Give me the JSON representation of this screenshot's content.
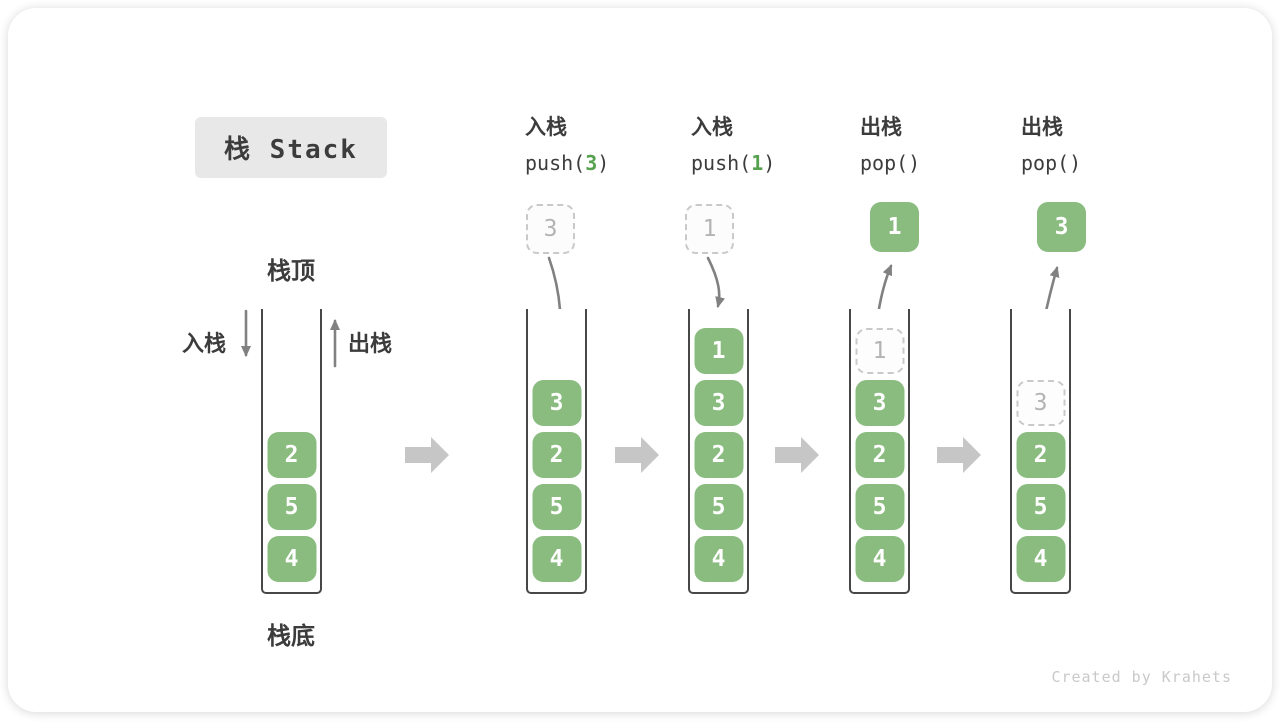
{
  "title": "栈 Stack",
  "labels": {
    "stack_top": "栈顶",
    "stack_bottom": "栈底",
    "push_side": "入栈",
    "pop_side": "出栈"
  },
  "footer": "Created by Krahets",
  "colors": {
    "green": "#8abc80",
    "green_accent": "#55a14e",
    "arrow": "#818181",
    "block_arrow": "#c6c6c6",
    "ghost_border": "#c9c9c9",
    "ghost_text": "#b3b3b3",
    "text": "#3c3c3c",
    "title_bg": "#e8e8e8",
    "wall": "#474747",
    "footer": "#c9c9c9",
    "box_text": "#ffffff"
  },
  "stages": [
    {
      "id": "initial",
      "boxes": [
        "2",
        "5",
        "4"
      ]
    },
    {
      "id": "push-3",
      "op": "入栈",
      "code_pre": "push(",
      "code_arg": "3",
      "code_post": ")",
      "incoming": "3",
      "boxes": [
        "3",
        "2",
        "5",
        "4"
      ]
    },
    {
      "id": "push-1",
      "op": "入栈",
      "code_pre": "push(",
      "code_arg": "1",
      "code_post": ")",
      "incoming": "1",
      "boxes": [
        "1",
        "3",
        "2",
        "5",
        "4"
      ]
    },
    {
      "id": "pop-1",
      "op": "出栈",
      "code_pre": "pop(",
      "code_arg": "",
      "code_post": ")",
      "popped": "1",
      "ghost": "1",
      "boxes": [
        "3",
        "2",
        "5",
        "4"
      ]
    },
    {
      "id": "pop-3",
      "op": "出栈",
      "code_pre": "pop(",
      "code_arg": "",
      "code_post": ")",
      "popped": "3",
      "ghost": "3",
      "boxes": [
        "2",
        "5",
        "4"
      ]
    }
  ]
}
